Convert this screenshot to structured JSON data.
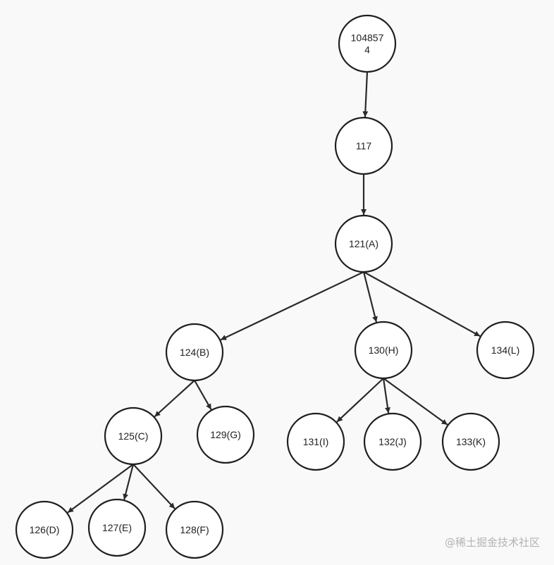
{
  "diagram": {
    "nodes": [
      {
        "id": "n1048574",
        "lines": [
          "104857",
          "4"
        ]
      },
      {
        "id": "n117",
        "lines": [
          "117"
        ]
      },
      {
        "id": "nA",
        "lines": [
          "121(A)"
        ]
      },
      {
        "id": "nB",
        "lines": [
          "124(B)"
        ]
      },
      {
        "id": "nH",
        "lines": [
          "130(H)"
        ]
      },
      {
        "id": "nL",
        "lines": [
          "134(L)"
        ]
      },
      {
        "id": "nC",
        "lines": [
          "125(C)"
        ]
      },
      {
        "id": "nG",
        "lines": [
          "129(G)"
        ]
      },
      {
        "id": "nI",
        "lines": [
          "131(I)"
        ]
      },
      {
        "id": "nJ",
        "lines": [
          "132(J)"
        ]
      },
      {
        "id": "nK",
        "lines": [
          "133(K)"
        ]
      },
      {
        "id": "nD",
        "lines": [
          "126(D)"
        ]
      },
      {
        "id": "nE",
        "lines": [
          "127(E)"
        ]
      },
      {
        "id": "nF",
        "lines": [
          "128(F)"
        ]
      }
    ],
    "edges": [
      {
        "from": "n1048574",
        "to": "n117"
      },
      {
        "from": "n117",
        "to": "nA"
      },
      {
        "from": "nA",
        "to": "nB"
      },
      {
        "from": "nA",
        "to": "nH"
      },
      {
        "from": "nA",
        "to": "nL"
      },
      {
        "from": "nB",
        "to": "nC"
      },
      {
        "from": "nB",
        "to": "nG"
      },
      {
        "from": "nH",
        "to": "nI"
      },
      {
        "from": "nH",
        "to": "nJ"
      },
      {
        "from": "nH",
        "to": "nK"
      },
      {
        "from": "nC",
        "to": "nD"
      },
      {
        "from": "nC",
        "to": "nE"
      },
      {
        "from": "nC",
        "to": "nF"
      }
    ]
  },
  "watermark": "@稀土掘金技术社区"
}
